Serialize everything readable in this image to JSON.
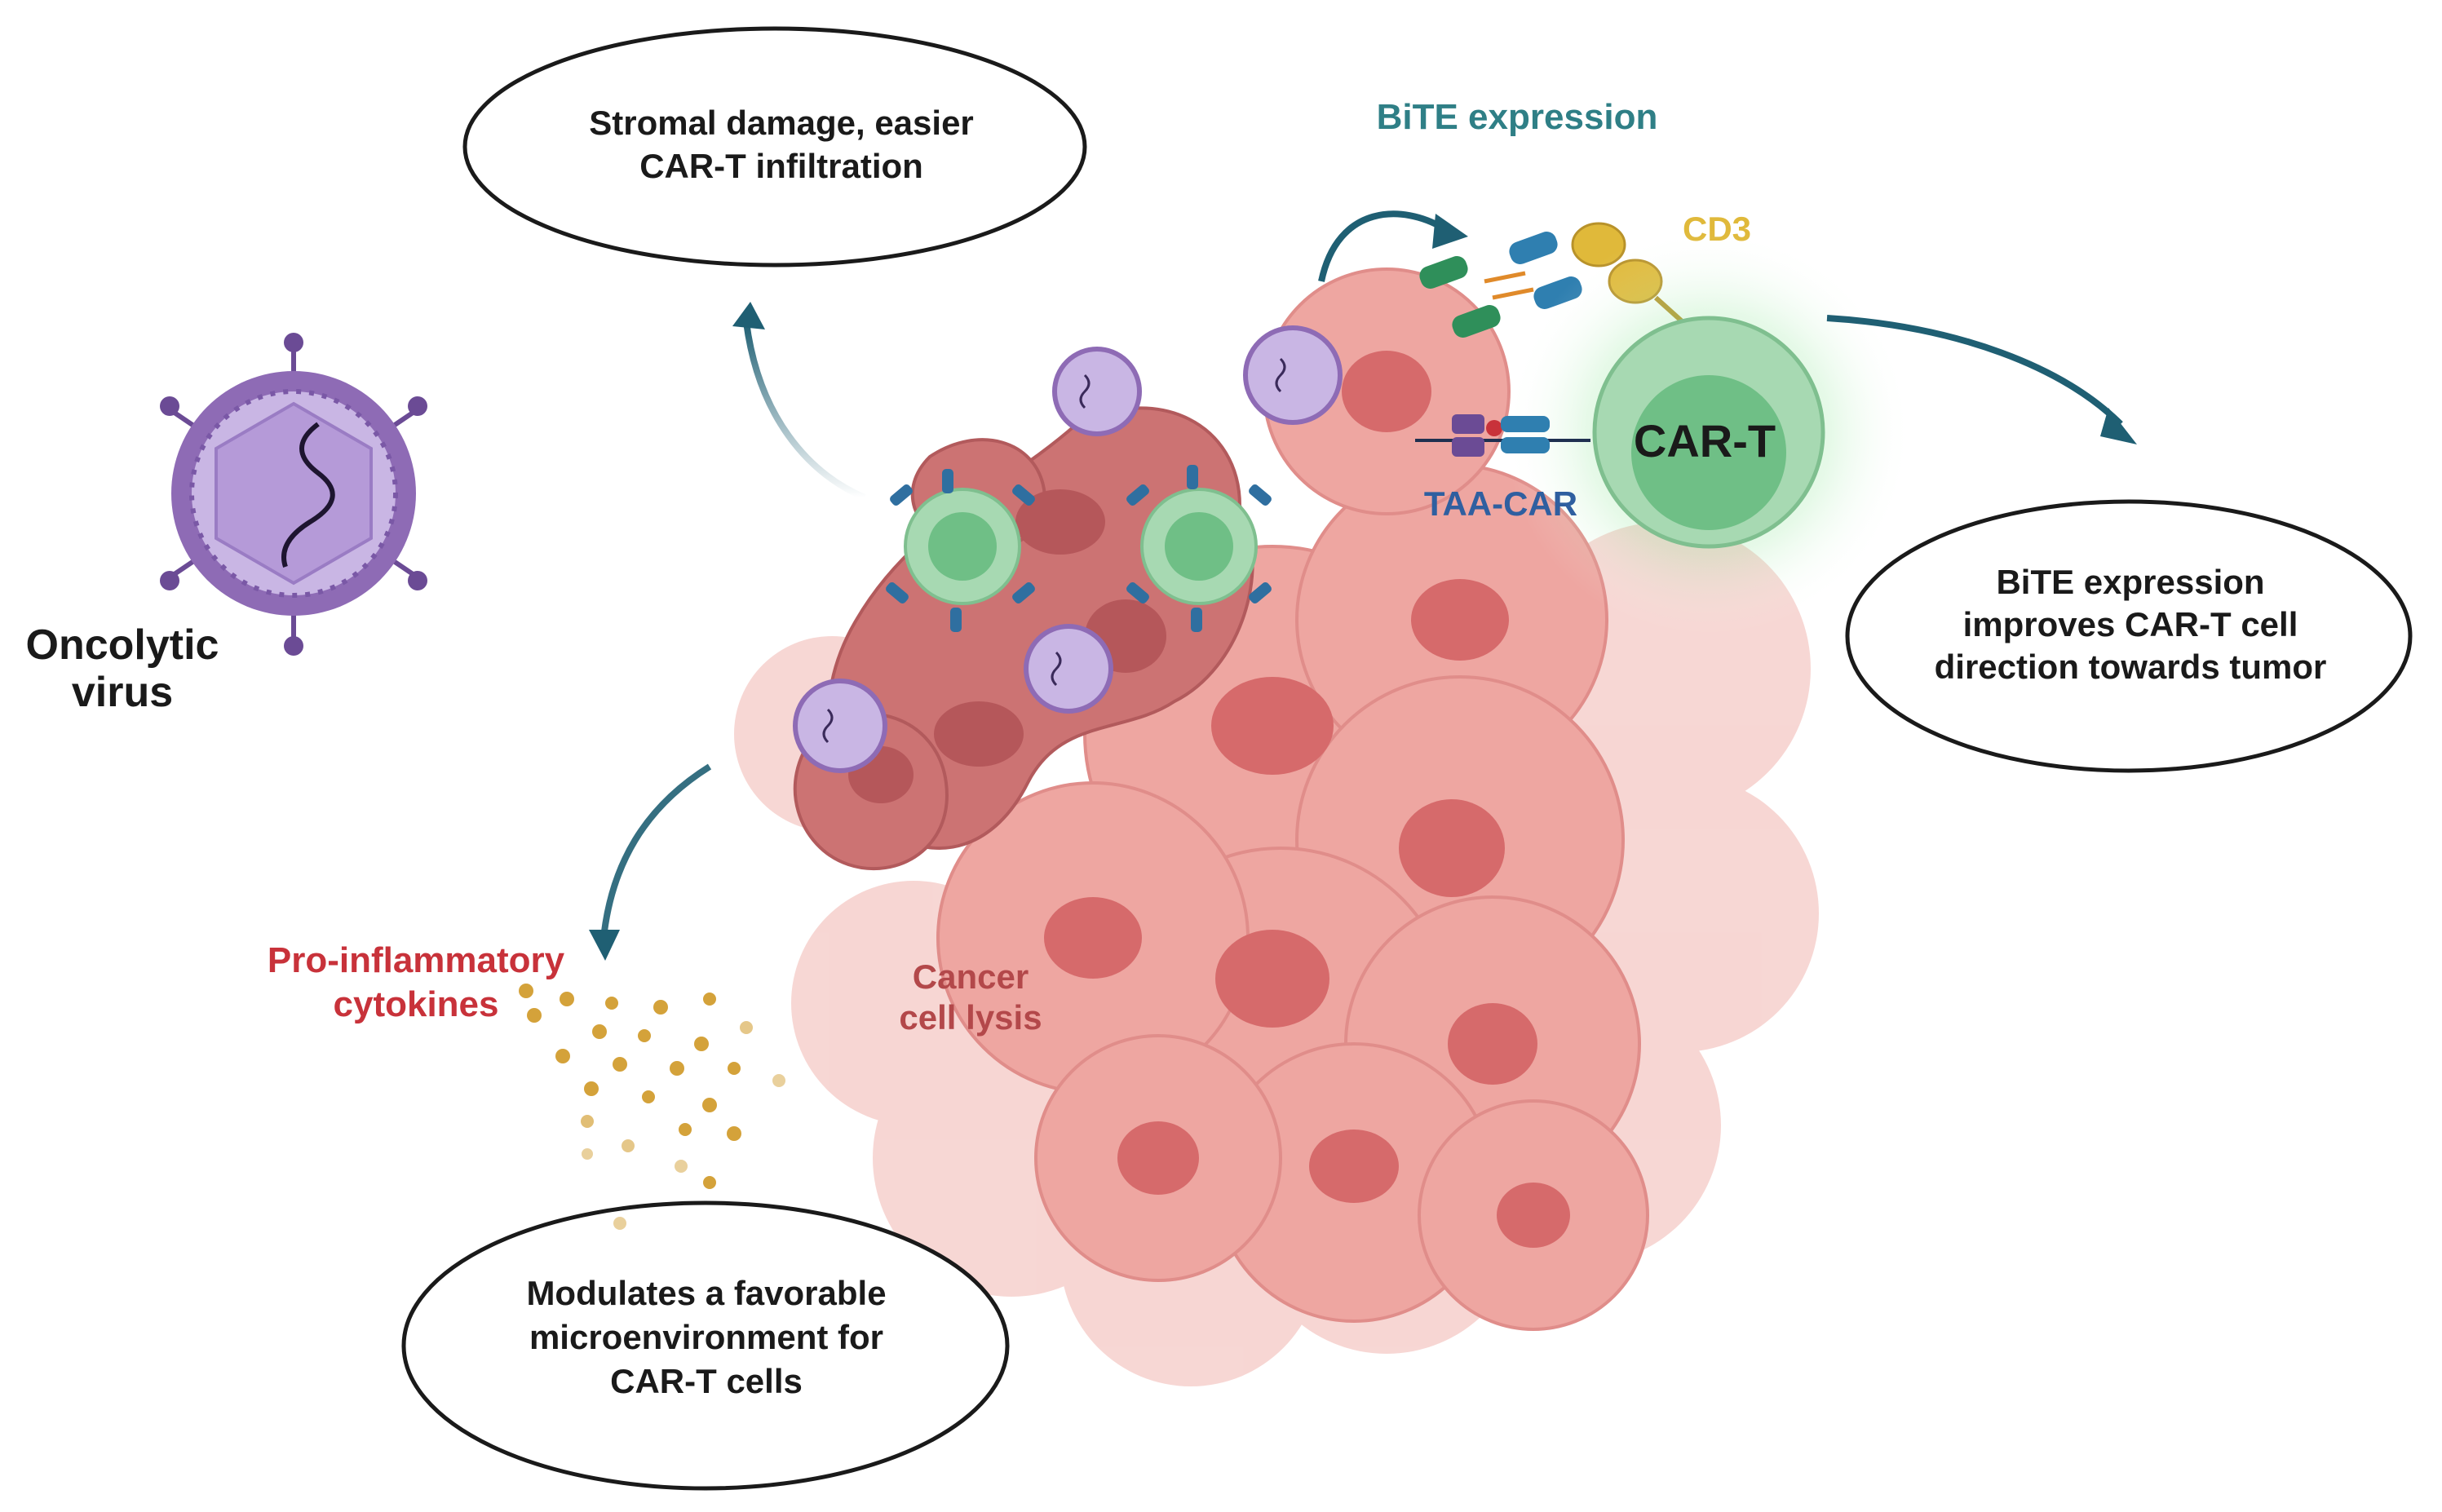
{
  "labels": {
    "virus_line1": "Oncolytic",
    "virus_line2": "virus",
    "stromal_line1": "Stromal damage, easier",
    "stromal_line2": "CAR-T infiltration",
    "bite_expression": "BiTE expression",
    "cd3": "CD3",
    "car_t": "CAR-T",
    "taa_car": "TAA-CAR",
    "bite_improves_line1": "BiTE expression",
    "bite_improves_line2": "improves CAR-T cell",
    "bite_improves_line3": "direction towards tumor",
    "cytokines_line1": "Pro-inflammatory",
    "cytokines_line2": "cytokines",
    "lysis_line1": "Cancer",
    "lysis_line2": "cell lysis",
    "modulates_line1": "Modulates a favorable",
    "modulates_line2": "microenvironment for",
    "modulates_line3": "CAR-T cells"
  },
  "colors": {
    "virus_purple": "#8e6bb5",
    "virus_fill": "#c9b6e4",
    "tumor_light": "#f2b7b2",
    "tumor_mid": "#e58f8c",
    "tumor_dark": "#c85f60",
    "nucleus": "#d97474",
    "car_t_green": "#a7d9b2",
    "car_t_core": "#6fbf86",
    "arrow_teal": "#1f5f73",
    "bite_teal": "#2f7f86",
    "cd3_yellow": "#e0b93a",
    "taa_blue": "#2f5fa0",
    "cytokine_red": "#c8323a",
    "lysis_text": "#b3484a",
    "cytokine_dot": "#d4a23a"
  }
}
